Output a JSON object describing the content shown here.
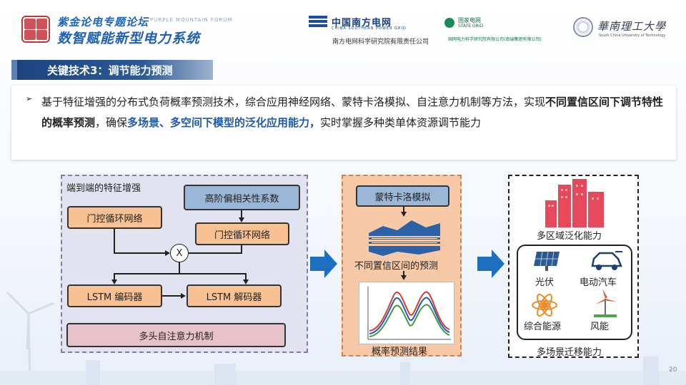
{
  "header": {
    "forum_title": "紫金论电专题论坛",
    "forum_subtitle": "PURPLE MOUNTAIN FORUM",
    "forum_main": "数智赋能新型电力系统",
    "csg_name": "中国南方电网",
    "csg_en": "CHINA SOUTHERN POWER GRID",
    "csg_institute": "南方电网科学研究院有限责任公司",
    "sg_name": "国家电网",
    "sg_en": "STATE GRID",
    "sg_institute": "国网电力科学研究院有限公司(南瑞集团有限公司)",
    "scut_name": "華南理工大學",
    "scut_en": "South China University of Technology"
  },
  "section": {
    "title": "关键技术3：调节能力预测"
  },
  "intro": {
    "bullet": "➢",
    "part1": "基于特征增强的分布式负荷概率预测技术，综合应用神经网络、蒙特卡洛模拟、自注意力机制等方法，实现",
    "bold1": "不同置信区间下调节特性的概率预测",
    "part2": "，确保",
    "highlight": "多场景、多空间下模型的泛化应用能力，",
    "part3": "实时掌握多种类单体资源调节能力"
  },
  "panel1": {
    "label": "端到端的特征增强",
    "hoc": "高阶偏相关性系数",
    "gru_left": "门控循环网络",
    "gru_right": "门控循环网络",
    "mult": "X",
    "lstm_enc": "LSTM 编码器",
    "lstm_dec": "LSTM 解码器",
    "attention": "多头自注意力机制"
  },
  "panel2": {
    "mc": "蒙特卡洛模拟",
    "interval": "不同置信区间的预测",
    "result": "概率预测结果"
  },
  "panel3": {
    "region": "多区域泛化能力",
    "pv": "光伏",
    "ev": "电动汽车",
    "ies": "综合能源",
    "wind": "风能",
    "multi": "多场景迁移能力"
  },
  "page_number": "20",
  "colors": {
    "accent_blue": "#1f5aa8",
    "section_bar": "#1d437c",
    "orange_box": "#f7c194",
    "blue_box": "#9bb6d7"
  }
}
